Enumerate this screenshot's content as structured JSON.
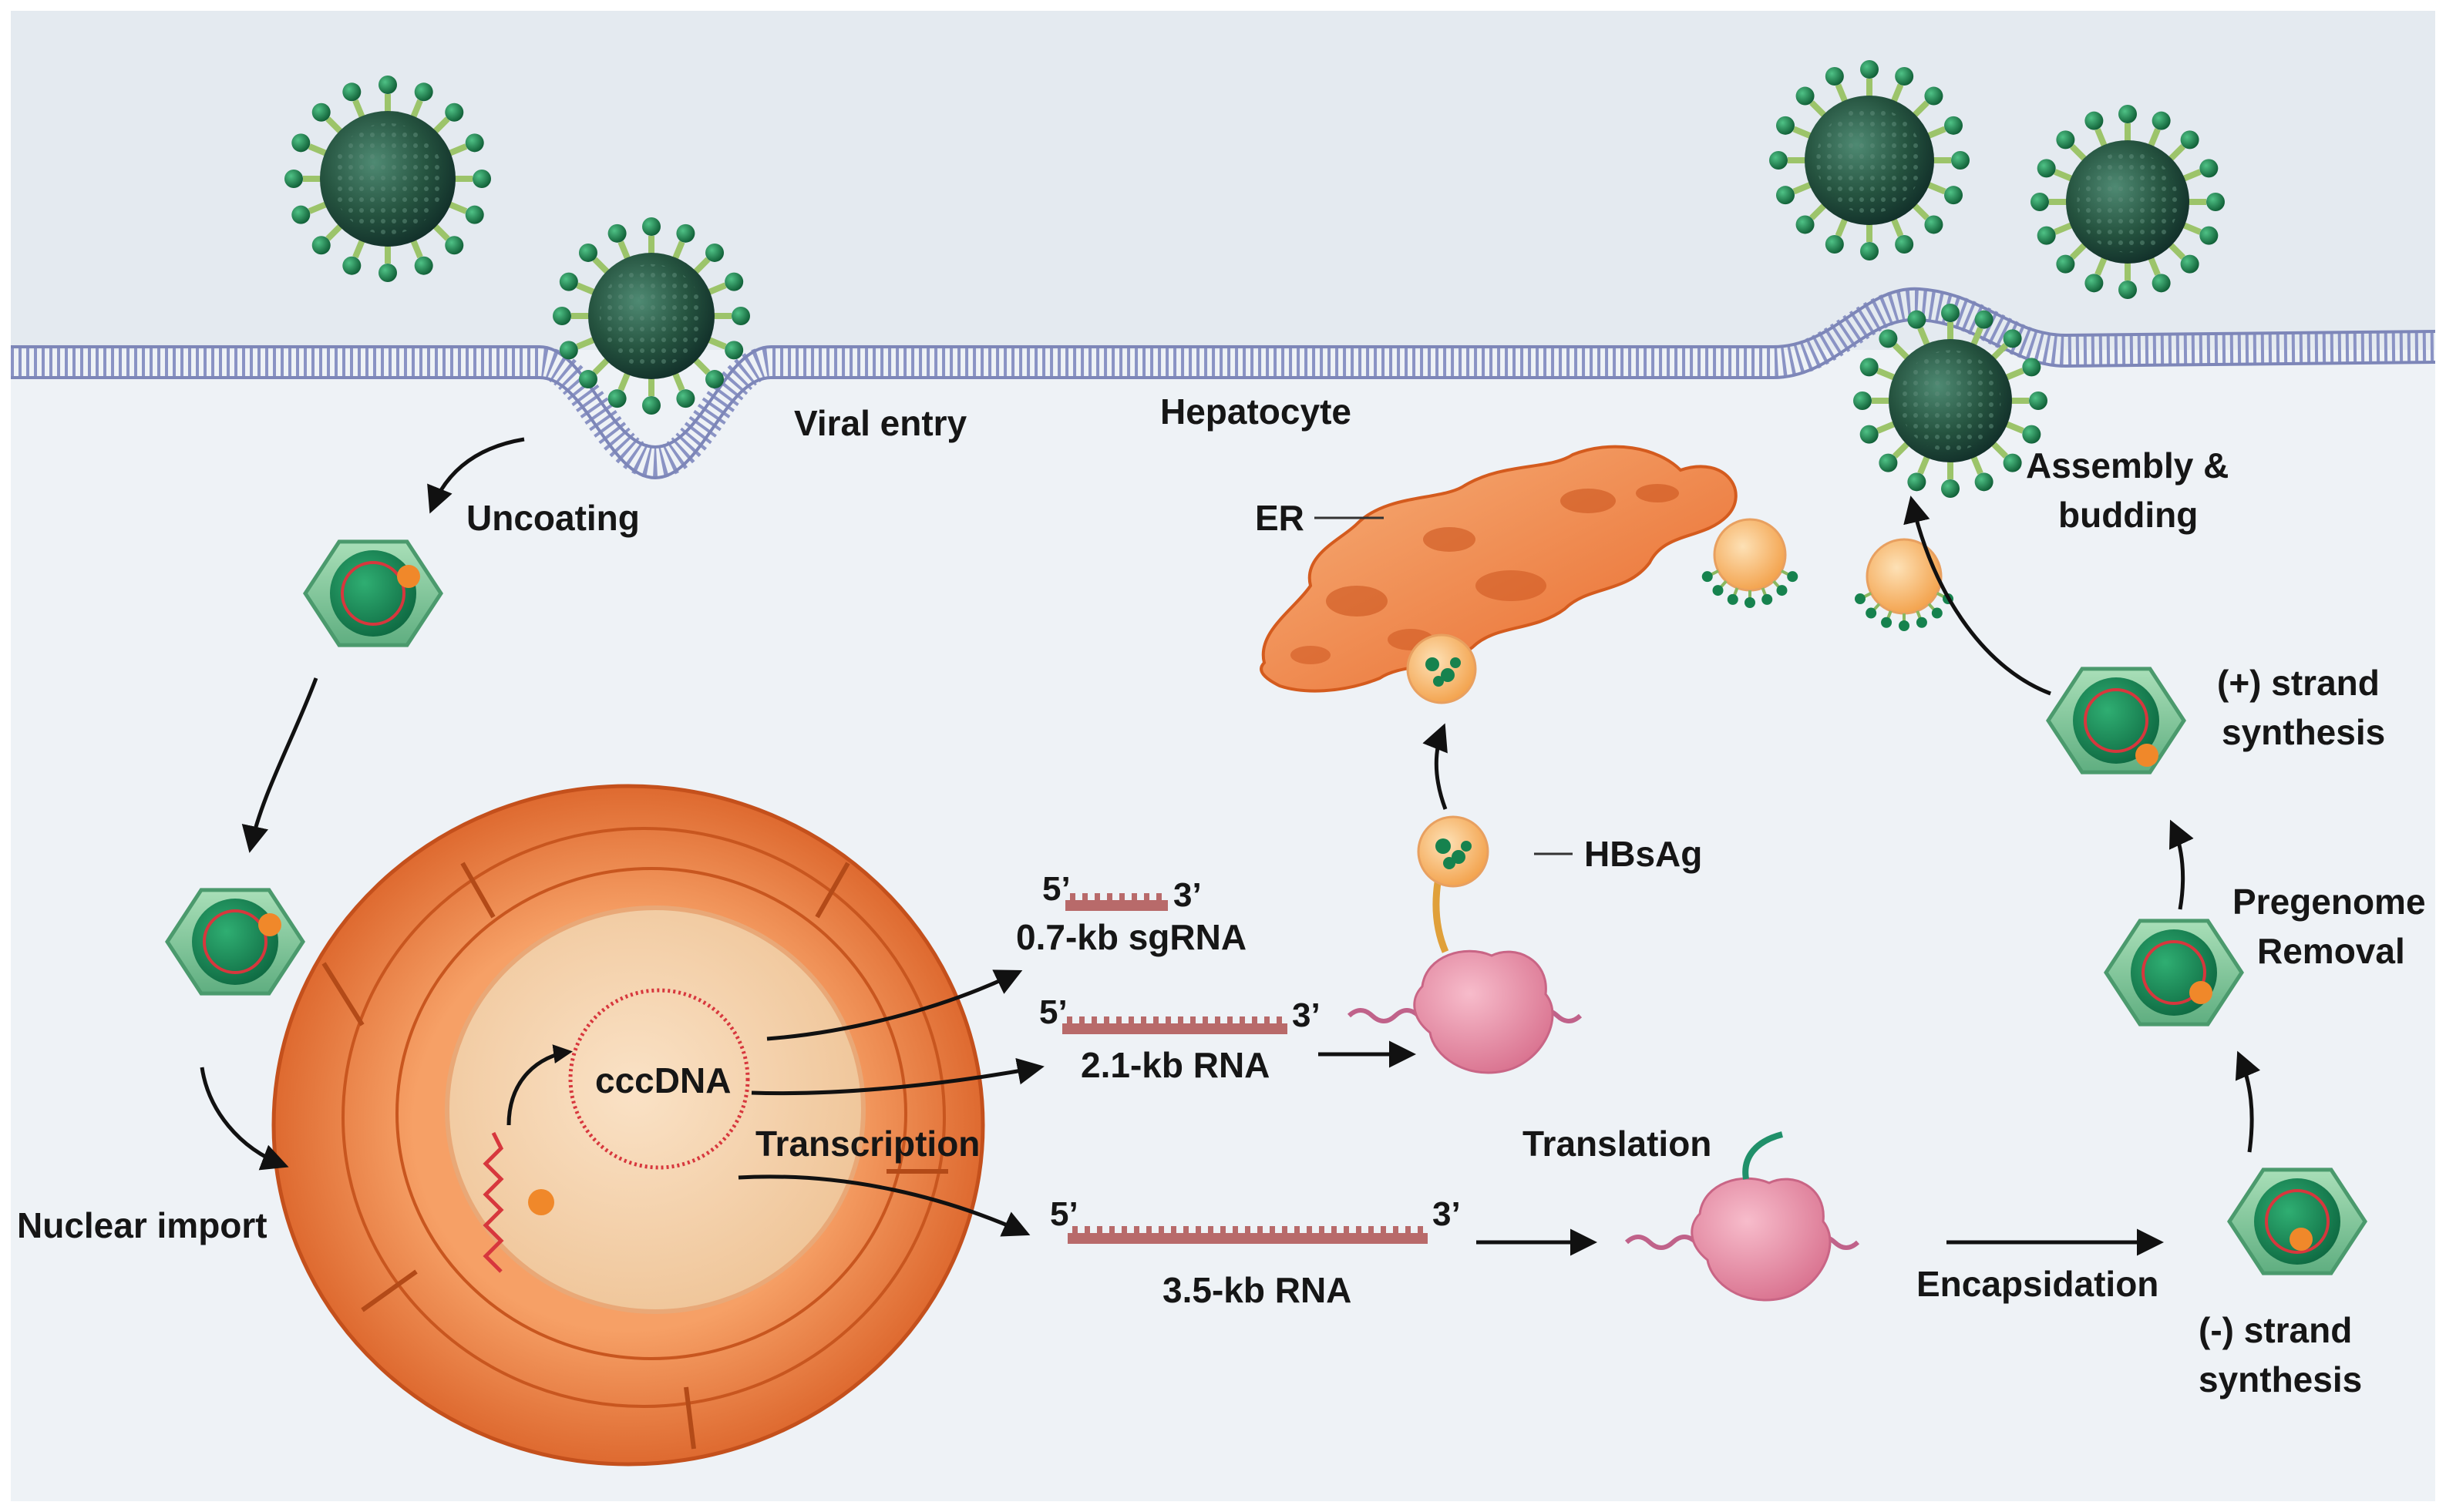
{
  "labels": {
    "viral_entry": "Viral entry",
    "hepatocyte": "Hepatocyte",
    "uncoating": "Uncoating",
    "er": "ER",
    "assembly_line1": "Assembly &",
    "assembly_line2": "budding",
    "plus_strand_line1": "(+) strand",
    "plus_strand_line2": "synthesis",
    "hbsag": "HBsAg",
    "pregenome_line1": "Pregenome",
    "pregenome_line2": "Removal",
    "cccdna": "cccDNA",
    "transcription": "Transcription",
    "nuclear_import": "Nuclear import",
    "translation": "Translation",
    "encapsidation": "Encapsidation",
    "minus_strand_line1": "(-) strand",
    "minus_strand_line2": "synthesis"
  },
  "rnas": [
    {
      "name": "0.7-kb sgRNA",
      "five": "5’",
      "three": "3’"
    },
    {
      "name": "2.1-kb RNA",
      "five": "5’",
      "three": "3’"
    },
    {
      "name": "3.5-kb RNA",
      "five": "5’",
      "three": "3’"
    }
  ],
  "colors": {
    "background": "#eef2f6",
    "virion": "#1c4a3a",
    "spike": "#1e8a52",
    "capsid": "#22805a",
    "nucleus": "#f4cfa6",
    "nuclear_envelope": "#e8743a",
    "er": "#f08a4a",
    "rna": "#b86a6a",
    "ribosome": "#ec8aa8",
    "arrow": "#111111"
  }
}
